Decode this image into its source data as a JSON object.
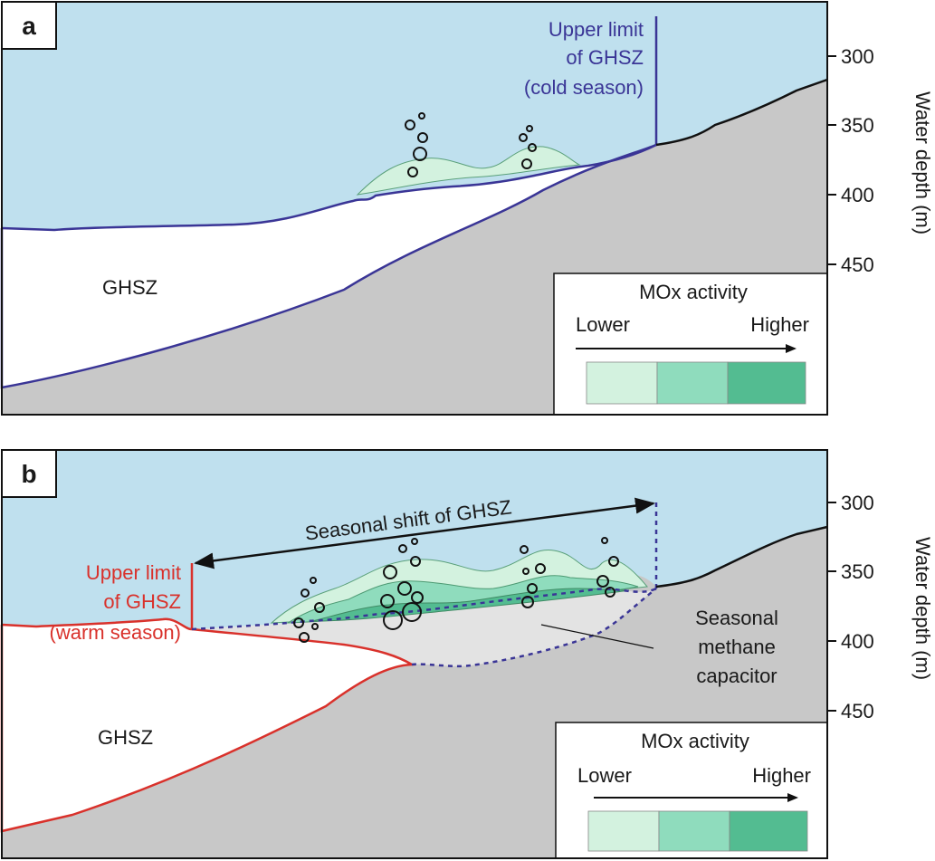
{
  "panels": [
    {
      "letter": "a",
      "upper_limit_label": [
        "Upper limit",
        "of GHSZ",
        "(cold season)"
      ],
      "ghsz_label": "GHSZ",
      "legend": {
        "title": "MOx activity",
        "lower": "Lower",
        "higher": "Higher"
      },
      "y_axis": {
        "title": "Water depth (m)",
        "ticks": [
          "300",
          "350",
          "400",
          "450"
        ]
      }
    },
    {
      "letter": "b",
      "upper_limit_label": [
        "Upper limit",
        "of GHSZ",
        "(warm season)"
      ],
      "ghsz_label": "GHSZ",
      "shift_label": "Seasonal shift of GHSZ",
      "capacitor_label": [
        "Seasonal",
        "methane",
        "capacitor"
      ],
      "legend": {
        "title": "MOx activity",
        "lower": "Lower",
        "higher": "Higher"
      },
      "y_axis": {
        "title": "Water depth (m)",
        "ticks": [
          "300",
          "350",
          "400",
          "450"
        ]
      }
    }
  ],
  "colors": {
    "water": "#bfe0ee",
    "seafloor": "#c8c8c8",
    "ghsz": "#ffffff",
    "cold_line": "#3a3596",
    "warm_line": "#d9312b",
    "mox_low": "#d3f2df",
    "mox_mid": "#8fdcbd",
    "mox_high": "#53bc91",
    "capacitor": "#e3e3e3"
  }
}
